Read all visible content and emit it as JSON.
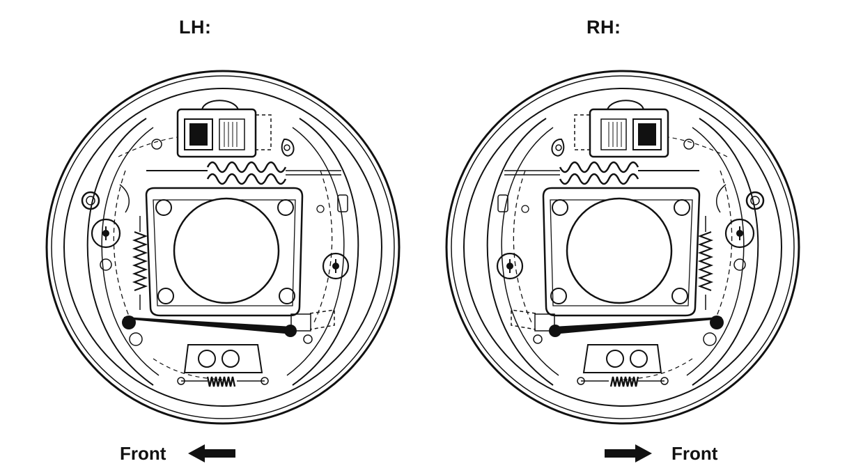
{
  "labels": {
    "left": "LH:",
    "right": "RH:"
  },
  "direction": {
    "left_text": "Front",
    "right_text": "Front",
    "left_arrow": "arrow-left-icon",
    "right_arrow": "arrow-right-icon"
  },
  "colors": {
    "ink": "#111111",
    "background": "#ffffff"
  }
}
